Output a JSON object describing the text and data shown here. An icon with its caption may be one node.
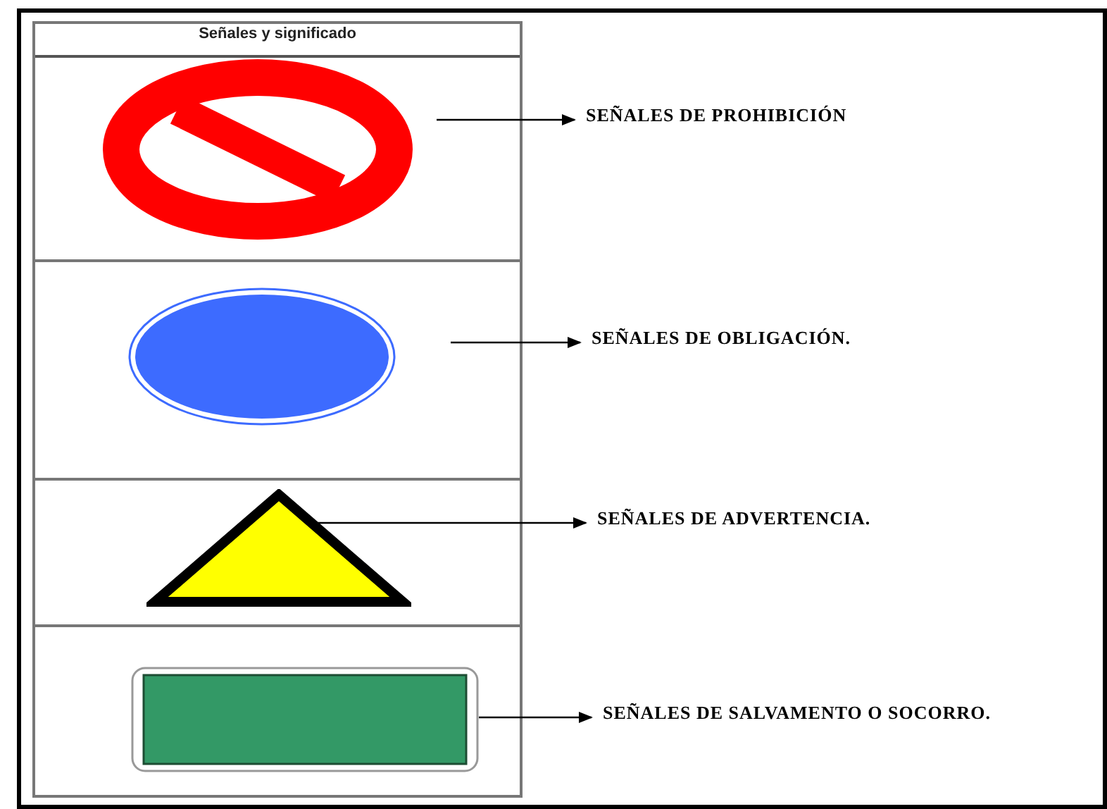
{
  "diagram": {
    "nodes": [
      {
        "text": [
          "Señales y significado"
        ]
      },
      {
        "text": [],
        "shape": "circle",
        "in": 0
      },
      {
        "text": [],
        "shape": "circle",
        "in": 0
      },
      {
        "text": [],
        "shape": "triangle",
        "in": 0
      },
      {
        "text": [],
        "shape": "box",
        "in": 0
      },
      {
        "text": [
          "SEÑALES DE PROHIBICIÓN"
        ]
      },
      {
        "text": [
          "SEÑALES DE OBLIGACIÓN."
        ]
      },
      {
        "text": [
          "SEÑALES DE ADVERTENCIA."
        ]
      },
      {
        "text": [
          "SEÑALES DE SALVAMENTO O SOCORRO."
        ]
      }
    ],
    "edges": [
      {
        "from": 1,
        "to": 5,
        "arrow": "to"
      },
      {
        "from": 2,
        "to": 6,
        "arrow": "to"
      },
      {
        "from": 3,
        "to": 7,
        "arrow": "to"
      },
      {
        "from": 4,
        "to": 8,
        "arrow": "to"
      }
    ]
  }
}
